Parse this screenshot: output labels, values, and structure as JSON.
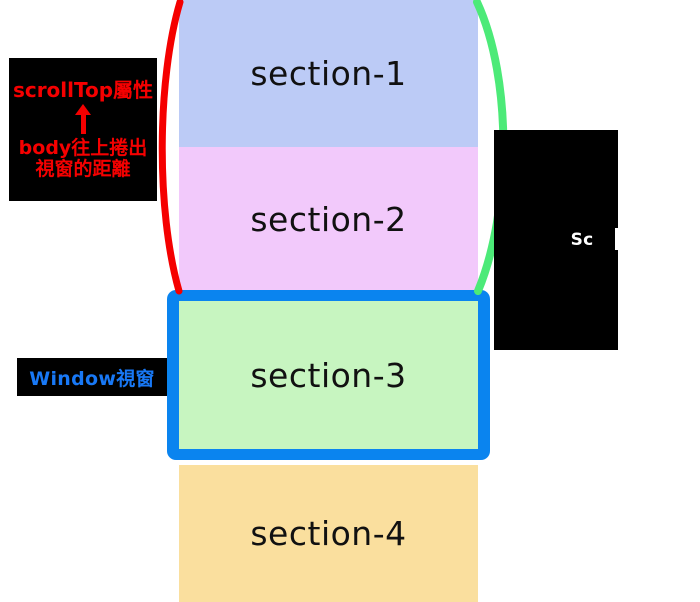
{
  "diagram": {
    "title": "scrollTop / window viewport scroll illustration",
    "sections": [
      {
        "id": "section-1",
        "label": "section-1",
        "color": "#bccbf6"
      },
      {
        "id": "section-2",
        "label": "section-2",
        "color": "#f2c9fb"
      },
      {
        "id": "section-3",
        "label": "section-3",
        "color": "#c7f5c0"
      },
      {
        "id": "section-4",
        "label": "section-4",
        "color": "#fadf9e"
      }
    ],
    "window_frame": {
      "name": "window-viewport-frame",
      "color": "#0a84ef"
    },
    "annotations": {
      "scrolltop_callout": {
        "heading": "scrollTop屬性",
        "arrow": "up-arrow",
        "body_line_1": "body往上捲出",
        "body_line_2": "視窗的距離",
        "text_color": "#f50000",
        "background": "#000000"
      },
      "window_callout": {
        "label": "Window視窗",
        "text_color": "#1878f5",
        "background": "#000000"
      },
      "scroll_right_callout": {
        "label": "Sc",
        "text_color": "#ffffff",
        "background": "#000000"
      }
    },
    "brackets": {
      "left_curve": {
        "name": "red-scroll-bracket",
        "color": "#f50000"
      },
      "right_curve": {
        "name": "green-scroll-bracket",
        "color": "#4cea78"
      }
    }
  }
}
